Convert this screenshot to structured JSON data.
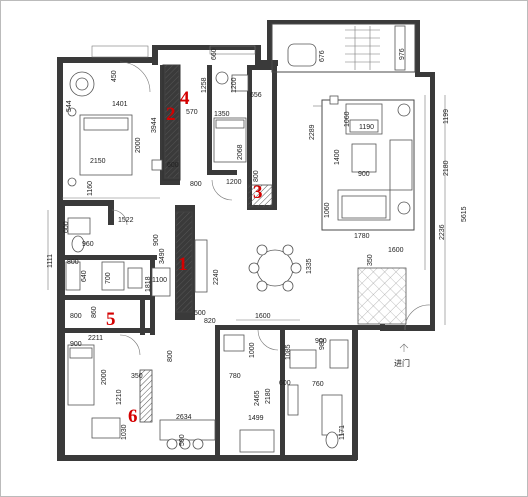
{
  "room_marks": {
    "r1": "1",
    "r2": "2",
    "r3": "3",
    "r4": "4",
    "r5": "5",
    "r6": "6"
  },
  "entrance_label": "进门",
  "dimensions": {
    "d450": "450",
    "d1401": "1401",
    "d544": "544",
    "d2150": "2150",
    "d2000a": "2000",
    "d3944": "3944",
    "d600a": "600",
    "d1160": "1160",
    "d1258": "1258",
    "d660": "660",
    "d570": "570",
    "d1200a": "1200",
    "d656": "656",
    "d1350": "1350",
    "d2068": "2068",
    "d800a": "800",
    "d1200b": "1200",
    "d800b": "800",
    "d2289": "2289",
    "d1060a": "1060",
    "d1190": "1190",
    "d1400": "1400",
    "d900a": "900",
    "d1199": "1199",
    "d2180a": "2180",
    "d5615": "5615",
    "d1060b": "1060",
    "d1780": "1780",
    "d2236": "2236",
    "d1600a": "1600",
    "d976": "976",
    "d676": "676",
    "d1522": "1522",
    "d600b": "600",
    "d960": "960",
    "d1111": "1111",
    "d800c": "800",
    "d640": "640",
    "d700": "700",
    "d900b": "900",
    "d3490": "3490",
    "d1818": "1818",
    "d1100": "1100",
    "d2240": "2240",
    "d1335": "1335",
    "d350": "350",
    "d800d": "800",
    "d860": "860",
    "d500a": "500",
    "d820": "820",
    "d1600b": "1600",
    "d2211": "2211",
    "d900c": "900",
    "d2000b": "2000",
    "d800e": "800",
    "d1000": "1000",
    "d1085": "1085",
    "d900d": "900",
    "d980": "980",
    "d350b": "350",
    "d1210": "1210",
    "d1030": "1030",
    "d2634": "2634",
    "d500b": "500",
    "d780": "780",
    "d2465": "2465",
    "d2180b": "2180",
    "d600c": "600",
    "d760": "760",
    "d1499": "1499",
    "d1171": "1171"
  }
}
